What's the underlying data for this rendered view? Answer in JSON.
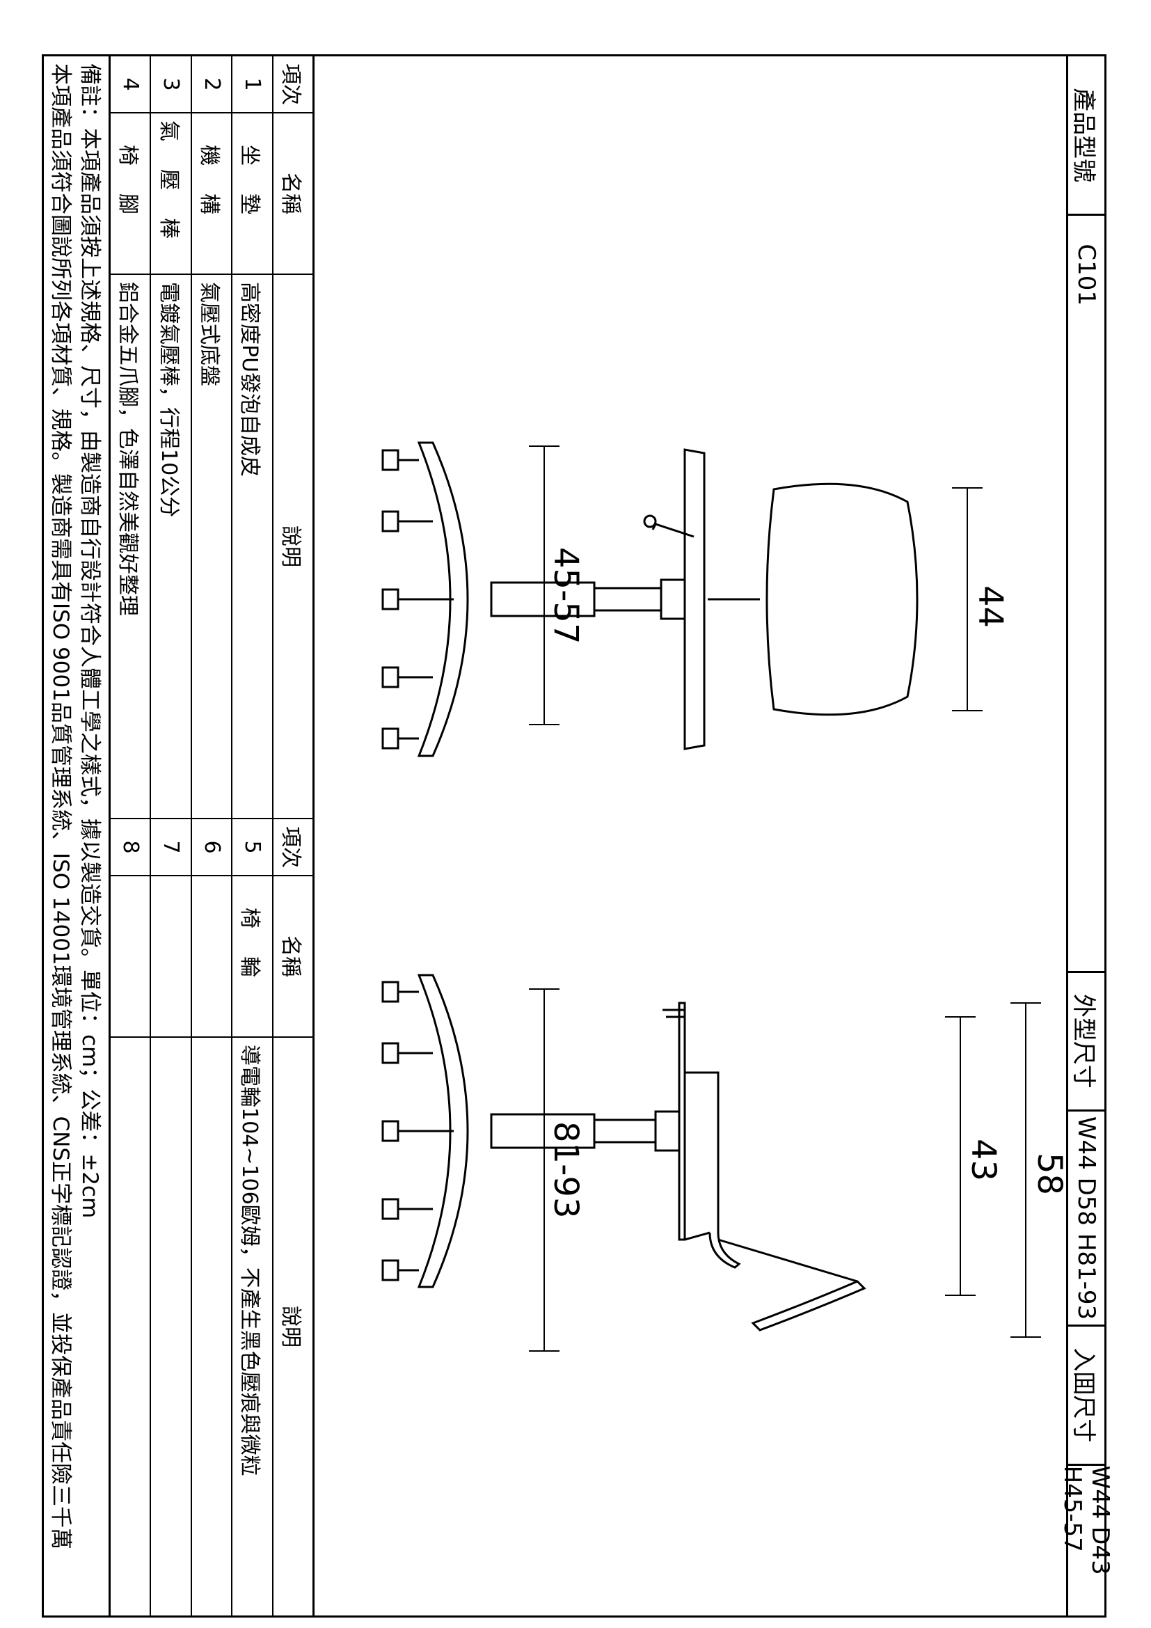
{
  "header": {
    "model_label": "產品型號",
    "model_value": "C101",
    "outer_label": "外型尺寸",
    "outer_value": "W44 D58 H81-93",
    "inner_label": "入囬尺寸",
    "inner_value": "W44 D43 H45-57"
  },
  "dimensions": {
    "front_width": "44",
    "front_height": "45-57",
    "side_seat_depth": "43",
    "side_total_depth": "58",
    "side_height": "81-93"
  },
  "table": {
    "headers": {
      "no": "項次",
      "name": "名稱",
      "desc": "說明"
    },
    "rows": [
      {
        "no_l": "1",
        "name_l": "坐墊",
        "desc_l": "高密度PU發泡自成皮",
        "no_r": "5",
        "name_r": "椅輪",
        "desc_r": "導電輪104~106歐姆，不產生黑色壓痕與微粒"
      },
      {
        "no_l": "2",
        "name_l": "機構",
        "desc_l": "氣壓式底盤",
        "no_r": "6",
        "name_r": "",
        "desc_r": ""
      },
      {
        "no_l": "3",
        "name_l": "氣壓棒",
        "desc_l": "電鍍氣壓棒，行程10公分",
        "no_r": "7",
        "name_r": "",
        "desc_r": ""
      },
      {
        "no_l": "4",
        "name_l": "椅腳",
        "desc_l": "鋁合金五爪腳，色澤自然美觀好整理",
        "no_r": "8",
        "name_r": "",
        "desc_r": ""
      }
    ]
  },
  "notes": {
    "line1": "備註：本項產品須按上述規格、尺寸，由製造商自行設計符合人體工學之樣式，據以製造交貨。單位：cm；公差：±2cm",
    "line2": "本項產品須符合圖說所列各項材質、規格。製造商需具有ISO 9001品質管理系統、ISO 14001環境管理系統、CNS正字標記認證，並投保產品責任險三千萬"
  }
}
